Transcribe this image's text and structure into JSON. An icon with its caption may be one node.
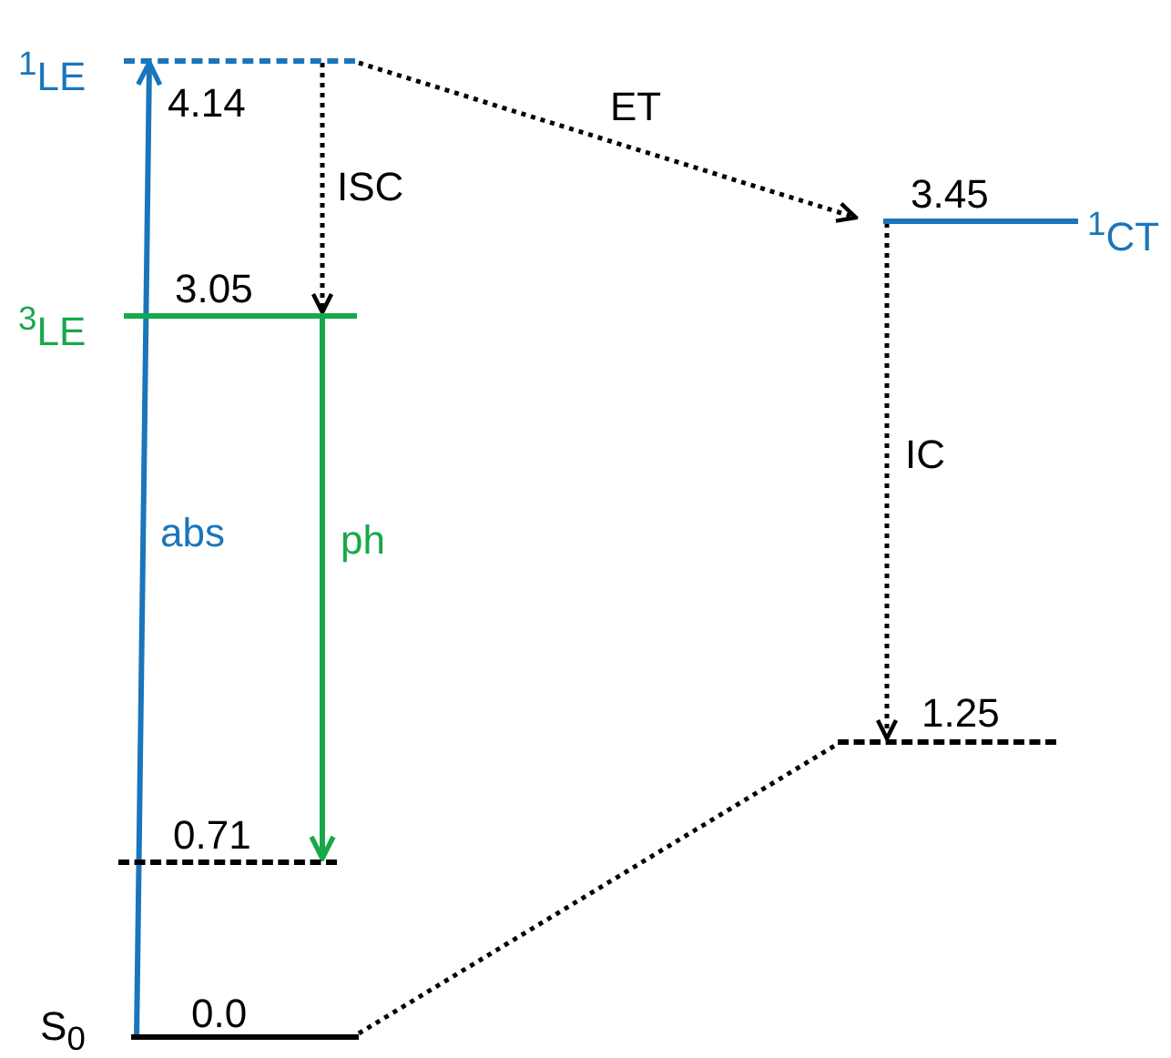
{
  "diagram": {
    "nodes": [
      {
        "text": [
          "$^{1}$LE",
          "4.14"
        ]
      },
      {
        "text": [
          "$^{3}$LE",
          "3.05"
        ]
      },
      {
        "text": [
          "3.45",
          "$^{1}$CT"
        ]
      },
      {
        "text": [
          "0.71"
        ]
      },
      {
        "text": [
          "1.25"
        ]
      },
      {
        "text": [
          "S$_{0}$",
          "0.0"
        ]
      }
    ],
    "edges": [
      {
        "from": 5,
        "to": 0,
        "arrow": "to",
        "label": "abs",
        "color": "#1a75bb"
      },
      {
        "from": 0,
        "to": 1,
        "arrow": "to",
        "label": "ISC",
        "style": "dashed"
      },
      {
        "from": 0,
        "to": 2,
        "arrow": "to",
        "label": "ET",
        "style": "dashed"
      },
      {
        "from": 1,
        "to": 3,
        "arrow": "to",
        "label": "ph",
        "color": "#17a84b"
      },
      {
        "from": 2,
        "to": 4,
        "arrow": "to",
        "label": "IC",
        "style": "dashed"
      },
      {
        "from": 5,
        "to": 4,
        "arrow": "none",
        "style": "dashed"
      }
    ]
  }
}
